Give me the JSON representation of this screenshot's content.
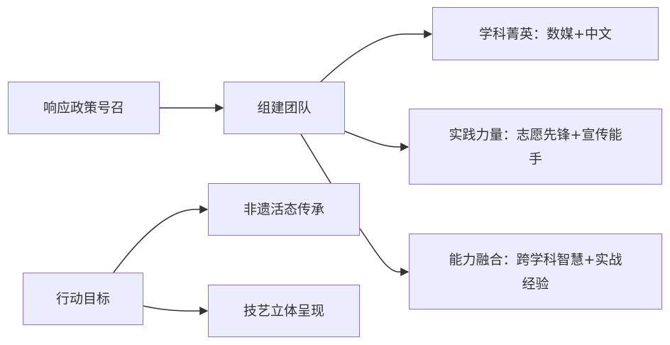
{
  "diagram": {
    "type": "flowchart",
    "colors": {
      "node_fill": "#ECECFF",
      "node_border": "#9370DB",
      "edge": "#333333",
      "text": "#333333"
    },
    "nodes": [
      {
        "id": "policy",
        "label": "响应政策号召"
      },
      {
        "id": "team",
        "label": "组建团队"
      },
      {
        "id": "elite",
        "label": "学科菁英：数媒+中文"
      },
      {
        "id": "practice",
        "label": "实践力量：志愿先锋+宣传能手"
      },
      {
        "id": "heritage",
        "label": "非遗活态传承"
      },
      {
        "id": "fusion",
        "label": "能力融合：跨学科智慧+实战经验"
      },
      {
        "id": "goal",
        "label": "行动目标"
      },
      {
        "id": "craft",
        "label": "技艺立体呈现"
      }
    ],
    "edges": [
      {
        "from": "policy",
        "to": "team",
        "arrow": true
      },
      {
        "from": "team",
        "to": "elite",
        "arrow": true
      },
      {
        "from": "team",
        "to": "practice",
        "arrow": true
      },
      {
        "from": "team",
        "to": "heritage",
        "arrow": false
      },
      {
        "from": "goal",
        "to": "heritage",
        "arrow": true
      },
      {
        "from": "goal",
        "to": "craft",
        "arrow": true
      },
      {
        "from": "heritage",
        "to": "fusion",
        "arrow": true
      }
    ]
  }
}
